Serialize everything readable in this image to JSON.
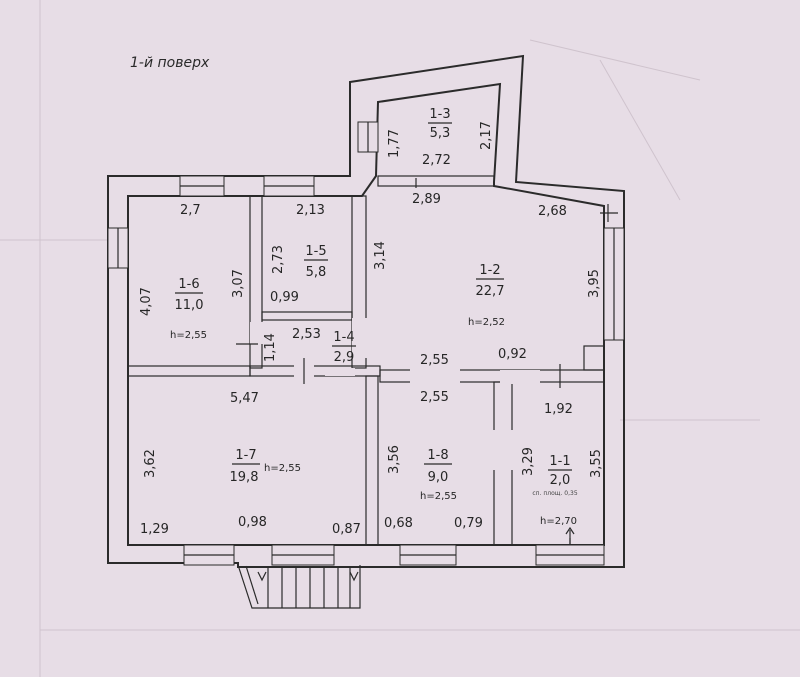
{
  "floor_title": "1-й поверх",
  "rooms": [
    {
      "id": "1-1",
      "area": "2,0",
      "height": "h=2,70",
      "note": "сп. площ. 0,35"
    },
    {
      "id": "1-2",
      "area": "22,7",
      "height": "h=2,52"
    },
    {
      "id": "1-3",
      "area": "5,3"
    },
    {
      "id": "1-4",
      "area": "2,9"
    },
    {
      "id": "1-5",
      "area": "5,8"
    },
    {
      "id": "1-6",
      "area": "11,0",
      "height": "h=2,55"
    },
    {
      "id": "1-7",
      "area": "19,8",
      "height": "h=2,55"
    },
    {
      "id": "1-8",
      "area": "9,0",
      "height": "h=2,55"
    }
  ],
  "dimensions": {
    "d_177": "1,77",
    "d_217": "2,17",
    "d_272": "2,72",
    "d_289": "2,89",
    "d_268": "2,68",
    "d_395": "3,95",
    "d_27": "2,7",
    "d_213": "2,13",
    "d_407": "4,07",
    "d_307": "3,07",
    "d_273": "2,73",
    "d_099": "0,99",
    "d_314": "3,14",
    "d_253": "2,53",
    "d_114": "1,14",
    "d_255a": "2,55",
    "d_092": "0,92",
    "d_547": "5,47",
    "d_255b": "2,55",
    "d_192": "1,92",
    "d_362": "3,62",
    "d_356": "3,56",
    "d_329": "3,29",
    "d_355": "3,55",
    "d_129": "1,29",
    "d_098": "0,98",
    "d_087": "0,87",
    "d_068": "0,68",
    "d_079": "0,79"
  }
}
